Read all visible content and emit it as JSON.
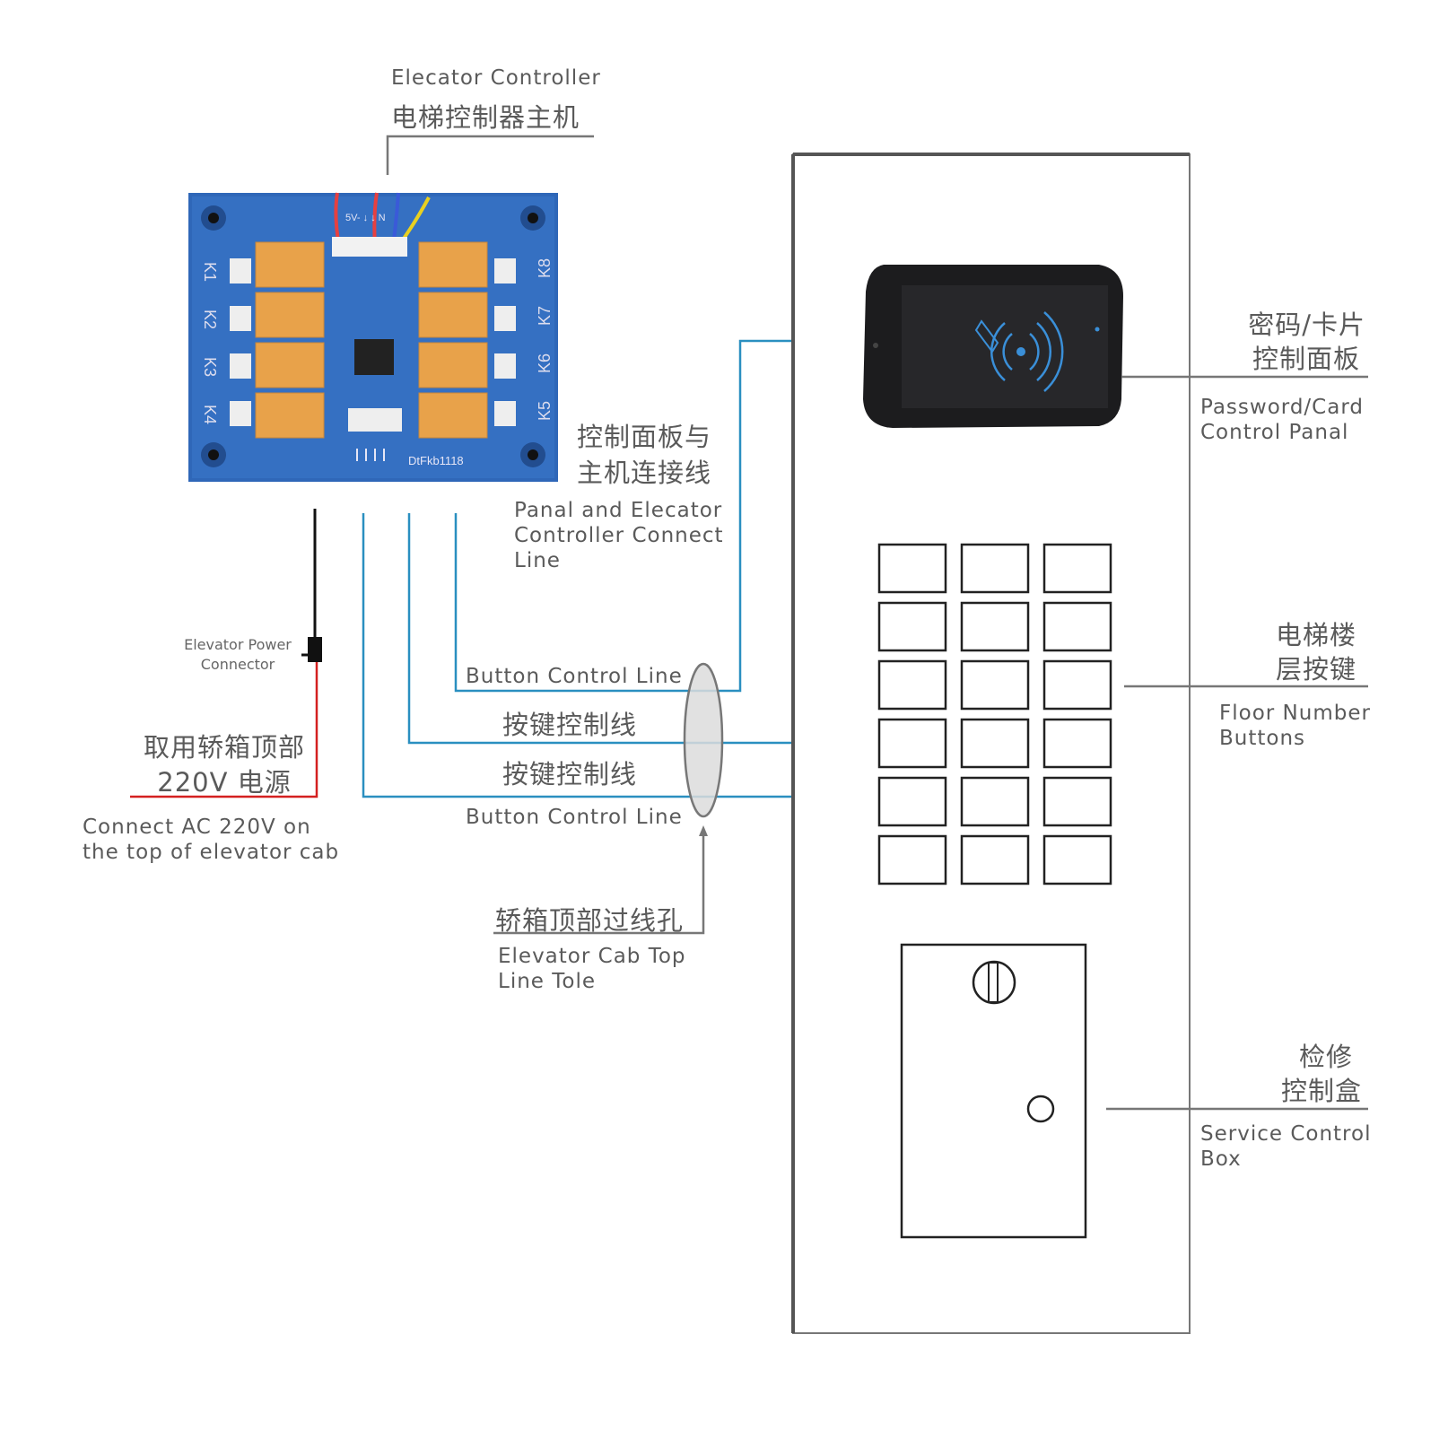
{
  "controller": {
    "label_en": "Elecator Controller",
    "label_zh": "电梯控制器主机",
    "board_id": "DtFkb1118",
    "relays_left": [
      "K1",
      "K2",
      "K3",
      "K4"
    ],
    "relays_right": [
      "K8",
      "K7",
      "K6",
      "K5"
    ],
    "wire_label": "5V- ↓ ↓ N"
  },
  "connect_line": {
    "zh_line1": "控制面板与",
    "zh_line2": "主机连接线",
    "en_line1": "Panal and Elecator",
    "en_line2": "Controller Connect",
    "en_line3": "Line"
  },
  "power": {
    "connector_line1": "Elevator Power",
    "connector_line2": "Connector",
    "zh_line1": "取用轿箱顶部",
    "zh_line2": "220V 电源",
    "en_line1": "Connect  AC  220V  on",
    "en_line2": "the top of elevator cab"
  },
  "button_lines": {
    "top_en": "Button Control Line",
    "zh_1": "按键控制线",
    "zh_2": "按键控制线",
    "bottom_en": "Button Control Line"
  },
  "cable_hole": {
    "zh": "轿箱顶部过线孔",
    "en_line1": "Elevator Cab Top",
    "en_line2": "Line Tole"
  },
  "card_panel": {
    "zh_line1": "密码/卡片",
    "zh_line2": "控制面板",
    "en_line1": "Password/Card",
    "en_line2": "Control Panal"
  },
  "floor_buttons": {
    "zh_line1": "电梯楼",
    "zh_line2": "层按键",
    "en_line1": "Floor Number",
    "en_line2": "Buttons",
    "rows": 6,
    "cols": 3
  },
  "service_box": {
    "zh_line1": "检修",
    "zh_line2": "控制盒",
    "en_line1": "Service Control",
    "en_line2": "Box"
  },
  "colors": {
    "wire_blue": "#2a8fc0",
    "power_red": "#d42020",
    "leader_gray": "#777777",
    "board_blue": "#2f67b8",
    "relay_orange": "#e8a24a"
  }
}
